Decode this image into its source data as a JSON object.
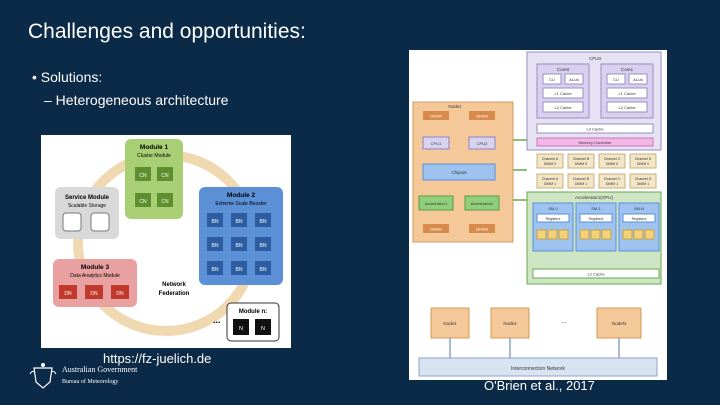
{
  "slide": {
    "title": "Challenges and opportunities:",
    "bullet1": "• Solutions:",
    "bullet2": "– Heterogeneous architecture",
    "source_left": "https://fz-juelich.de",
    "source_right": "O'Brien et al., 2017"
  },
  "logo": {
    "line1": "Australian Government",
    "line2": "Bureau of Meteorology"
  },
  "fig1": {
    "module1_title": "Module 1",
    "module1_sub": "Cluster Module",
    "cn": "CN",
    "module2_title": "Module 2",
    "module2_sub": "Extreme Scale Booster",
    "bn": "BN",
    "module3_title": "Module 3",
    "module3_sub": "Data Analytics Module",
    "dn": "DN",
    "service_title": "Service Module",
    "service_sub": "Scalable Storage",
    "network1": "Network",
    "network2": "Federation",
    "modn_title": "Module n:",
    "n": "N",
    "dots": "..."
  },
  "fig2": {
    "cpu_label": "CPU0",
    "core0": "Core0",
    "core1": "Core1",
    "cu": "CU",
    "alus": "ALUs",
    "l1": "L1 Cache",
    "l2": "L2 Cache",
    "l3": "L3 Cache",
    "memctrl": "Memory Controller",
    "node1": "Node1",
    "dram": "DRAM",
    "cpu1": "CPU1",
    "cpu2": "CPU2",
    "chipset": "Chipset",
    "accel1": "Accelerator1",
    "accel2": "Accelerator2",
    "ch_a": "Channel A",
    "ch_b": "Channel B",
    "ch_c": "Channel C",
    "ch_d": "Channel D",
    "dimm0": "DIMM 0",
    "dimm1": "DIMM 1",
    "accel_gpu": "Accelerator1(GPU)",
    "sm0": "SM-0",
    "sm1": "SM-1",
    "smn": "SM-N",
    "regfiles": "Registers",
    "l2c": "L2 Cache",
    "n1": "Node1",
    "n2": "Node2",
    "nn": "NodeN",
    "ndots": "...",
    "interconnect": "Interconnection Network"
  }
}
